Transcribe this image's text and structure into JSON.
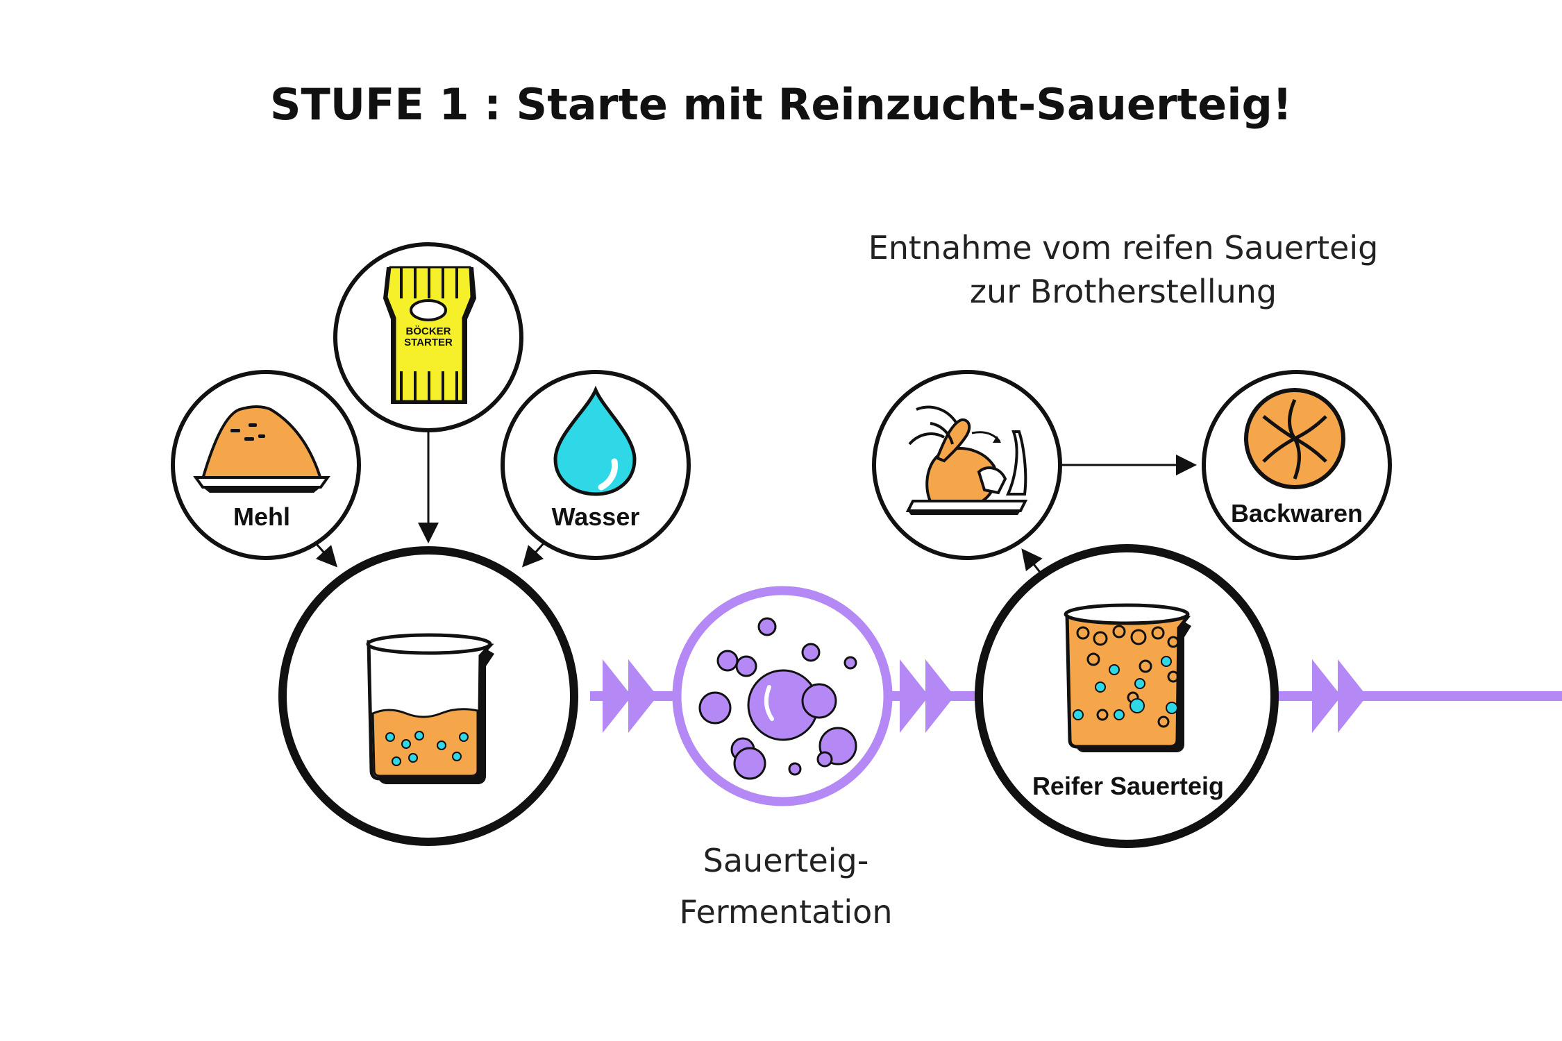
{
  "title": "STUFE 1 :  Starte mit  Reinzucht-Sauerteig!",
  "caption_top": {
    "line1": "Entnahme vom reifen Sauerteig",
    "line2": "zur Brotherstellung"
  },
  "nodes": {
    "mehl": "Mehl",
    "wasser": "Wasser",
    "starter_brand": "BÖCKER",
    "starter_sub": "STARTER",
    "reifer": "Reifer Sauerteig",
    "backwaren": "Backwaren"
  },
  "fermentation": {
    "line1": "Sauerteig-",
    "line2": "Fermentation"
  },
  "colors": {
    "purple": "#b488f5",
    "orange": "#f5a54a",
    "cyan": "#2fd8e6",
    "yellow": "#f5f02a"
  }
}
